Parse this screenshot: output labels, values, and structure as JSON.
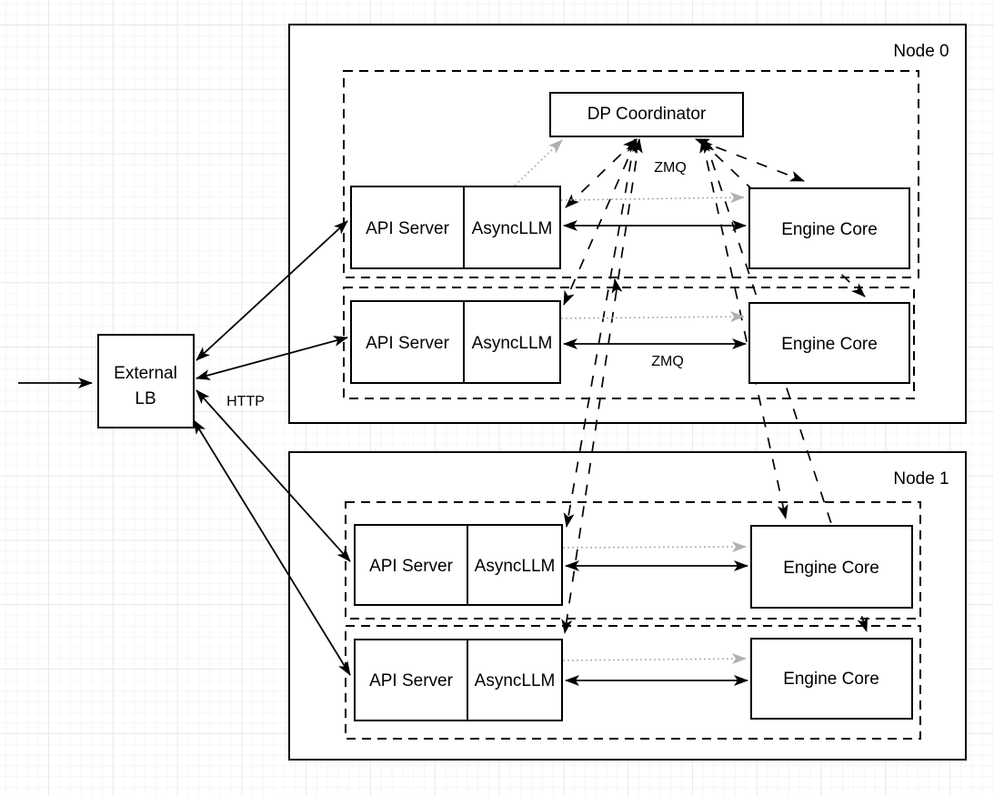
{
  "external_lb": {
    "line1": "External",
    "line2": "LB"
  },
  "labels": {
    "http": "HTTP",
    "zmq_coordinator": "ZMQ",
    "zmq_row": "ZMQ"
  },
  "node0": {
    "title": "Node 0",
    "coordinator": "DP Coordinator",
    "rows": [
      {
        "api_server": "API Server",
        "async_llm": "AsyncLLM",
        "engine_core": "Engine Core"
      },
      {
        "api_server": "API Server",
        "async_llm": "AsyncLLM",
        "engine_core": "Engine Core"
      }
    ]
  },
  "node1": {
    "title": "Node 1",
    "rows": [
      {
        "api_server": "API Server",
        "async_llm": "AsyncLLM",
        "engine_core": "Engine Core"
      },
      {
        "api_server": "API Server",
        "async_llm": "AsyncLLM",
        "engine_core": "Engine Core"
      }
    ]
  },
  "colors": {
    "stroke": "#000000",
    "dotted_arrow": "#b0b0b0",
    "box_fill": "#ffffff",
    "grid_minor": "#f6f6f6",
    "grid_major": "#e9e9e9"
  }
}
